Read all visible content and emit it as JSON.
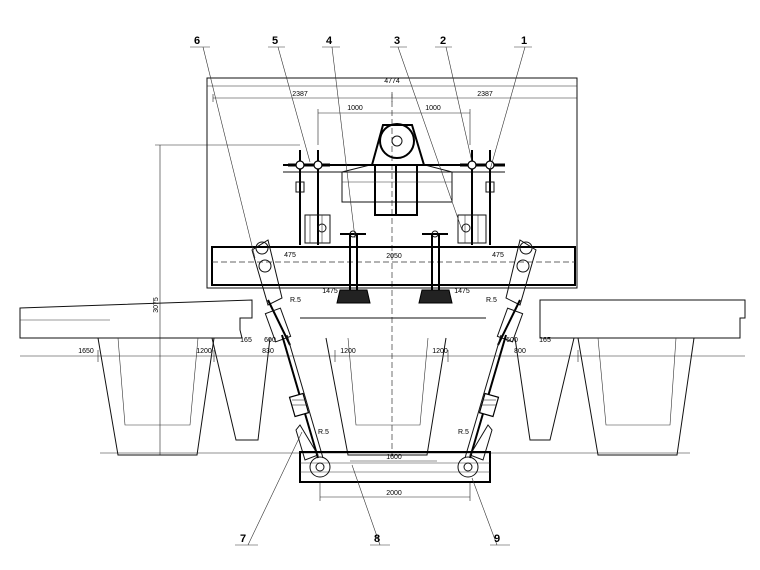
{
  "callouts": [
    "1",
    "2",
    "3",
    "4",
    "5",
    "6",
    "7",
    "8",
    "9"
  ],
  "dimensions": {
    "overall_width": "4774",
    "left_span": "2387",
    "right_span": "2387",
    "inner_left": "1000",
    "inner_right": "1000",
    "height": "3075",
    "beam_left": "475",
    "beam_center": "2050",
    "beam_right": "475",
    "pad_left": "1475",
    "pad_right": "1475",
    "deck_left": "1650",
    "deck_mid_left": "1200",
    "deck_center_left": "1200",
    "deck_center_right": "1200",
    "deck_right": "800",
    "edge_left_a": "165",
    "edge_left_b": "600",
    "edge_left_c": "830",
    "edge_right_a": "600",
    "edge_right_b": "165",
    "bottom_inner": "1600",
    "bottom_outer": "2000",
    "small_left_top": "R.5",
    "small_right_top": "R.5",
    "small_left_low": "R.5",
    "small_right_low": "R.5"
  }
}
